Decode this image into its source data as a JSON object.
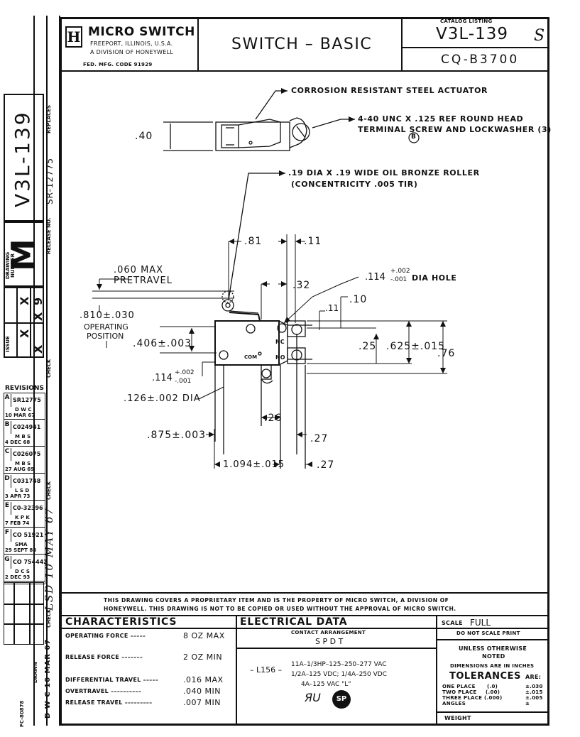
{
  "company": {
    "logo_letter": "H",
    "name": "MICRO SWITCH",
    "address": "FREEPORT, ILLINOIS, U.S.A.",
    "division": "A DIVISION OF HONEYWELL",
    "fed_code": "FED. MFG. CODE 91929"
  },
  "title": "SWITCH – BASIC",
  "catalog": {
    "label": "CATALOG LISTING",
    "number": "V3L-139",
    "rev_mark": "S",
    "cq": "CQ-B3700"
  },
  "sidebar": {
    "drawing_id": "V3L-139",
    "replaces_label": "REPLACES",
    "release_no_label": "RELEASE NO.",
    "release_no": "SR-12775",
    "drawing_letter": "M",
    "drawing_number_label": "DRAWING NUMBER",
    "issue_label": "ISSUE",
    "check_label": "CHECK",
    "issue_marks": [
      "9",
      "X",
      "X",
      "X",
      "X"
    ],
    "handwritten": "LSD 10 MAY 67",
    "drawn_label": "DRAWN",
    "drawn_value": "D W C  10  MAR  67",
    "check2_label": "CHECK",
    "form_no": "FC-80878"
  },
  "revisions": {
    "title": "REVISIONS",
    "rows": [
      {
        "letter": "A",
        "code": "SR12775",
        "by": "D W C",
        "date": "10 MAR 67"
      },
      {
        "letter": "B",
        "code": "C024941",
        "by": "M B S",
        "date": "4 DEC 68"
      },
      {
        "letter": "C",
        "code": "C026075",
        "by": "M B S",
        "date": "27 AUG 69"
      },
      {
        "letter": "D",
        "code": "C031748",
        "by": "L S D",
        "date": "3 APR 73"
      },
      {
        "letter": "E",
        "code": "C0-32396",
        "by": "K P K",
        "date": "7 FEB 74"
      },
      {
        "letter": "F",
        "code": "CO 51921",
        "by": "SMA",
        "date": "29 SEPT 88"
      },
      {
        "letter": "G",
        "code": "CO 754442",
        "by": "D C S",
        "date": "2 DEC 93"
      }
    ]
  },
  "drawing": {
    "actuator_note": "CORROSION RESISTANT STEEL ACTUATOR",
    "terminal_note_1": "4-40 UNC X .125 REF ROUND HEAD",
    "terminal_note_2": "TERMINAL SCREW AND LOCKWASHER (3)",
    "terminal_circle": "B",
    "dim_40": ".40",
    "roller_note_1": ".19 DIA X .19 WIDE OIL BRONZE ROLLER",
    "roller_note_2": "(CONCENTRICITY .005 TIR)",
    "dim_81": ".81",
    "dim_11a": ".11",
    "pretravel_1": ".060 MAX",
    "pretravel_2": "PRETRAVEL",
    "dim_32": ".32",
    "dim_hole": ".114",
    "dim_hole_tol_plus": "+.002",
    "dim_hole_tol_minus": "-.001",
    "dim_hole_suffix": "DIA HOLE",
    "dim_10": ".10",
    "dim_11b": ".11",
    "op_pos_1": ".810±.030",
    "op_pos_2": "OPERATING",
    "op_pos_3": "POSITION",
    "dim_406": ".406±.003",
    "nc_label": "NC",
    "no_label": "NO",
    "com_label": "COM",
    "dim_25": ".25",
    "dim_625": ".625±.015",
    "dim_76": ".76",
    "dim_114b": ".114",
    "dim_114b_plus": "+.002",
    "dim_114b_minus": "-.001",
    "dim_126": ".126±.002 DIA",
    "dim_26": ".26",
    "dim_875": ".875±.003",
    "dim_27a": ".27",
    "dim_1094": "1.094±.015",
    "dim_27b": ".27"
  },
  "notice": {
    "line1": "THIS DRAWING COVERS A PROPRIETARY ITEM AND IS THE PROPERTY OF MICRO SWITCH, A DIVISION OF",
    "line2": "HONEYWELL. THIS DRAWING IS NOT TO BE COPIED OR USED WITHOUT THE APPROVAL OF MICRO SWITCH."
  },
  "characteristics": {
    "title": "CHARACTERISTICS",
    "rows": [
      {
        "label": "OPERATING FORCE –––––",
        "value": "8 OZ MAX"
      },
      {
        "label": "RELEASE FORCE –––––––",
        "value": "2 OZ MIN"
      },
      {
        "label": "DIFFERENTIAL TRAVEL –––––",
        "value": ".016 MAX"
      },
      {
        "label": "OVERTRAVEL ––––––––––",
        "value": ".040 MIN"
      },
      {
        "label": "RELEASE TRAVEL –––––––––",
        "value": ".007 MIN"
      }
    ]
  },
  "electrical": {
    "title": "ELECTRICAL DATA",
    "contact_label": "CONTACT ARRANGEMENT",
    "contact_value": "S P D T",
    "rating_code": "– L156 –",
    "ratings": [
      "11A–1/3HP–125–250–277 VAC",
      "1/2A–125 VDC; 1/4A–250 VDC",
      "4A–125 VAC \"L\""
    ],
    "ul_mark": "ЯU",
    "csa_mark": "SP"
  },
  "scale": {
    "label": "SCALE",
    "value": "FULL",
    "no_scale": "DO NOT SCALE PRINT",
    "unless_1": "UNLESS OTHERWISE",
    "unless_2": "NOTED",
    "dims_note": "DIMENSIONS ARE IN INCHES",
    "tol_title": "TOLERANCES",
    "tol_suffix": "ARE:",
    "tolerances": [
      {
        "label": "ONE PLACE",
        "fmt": "(.0)",
        "value": "±.030"
      },
      {
        "label": "TWO PLACE",
        "fmt": "(.00)",
        "value": "±.015"
      },
      {
        "label": "THREE PLACE",
        "fmt": "(.000)",
        "value": "±.005"
      },
      {
        "label": "ANGLES",
        "fmt": "",
        "value": "±"
      }
    ],
    "weight_label": "WEIGHT"
  }
}
